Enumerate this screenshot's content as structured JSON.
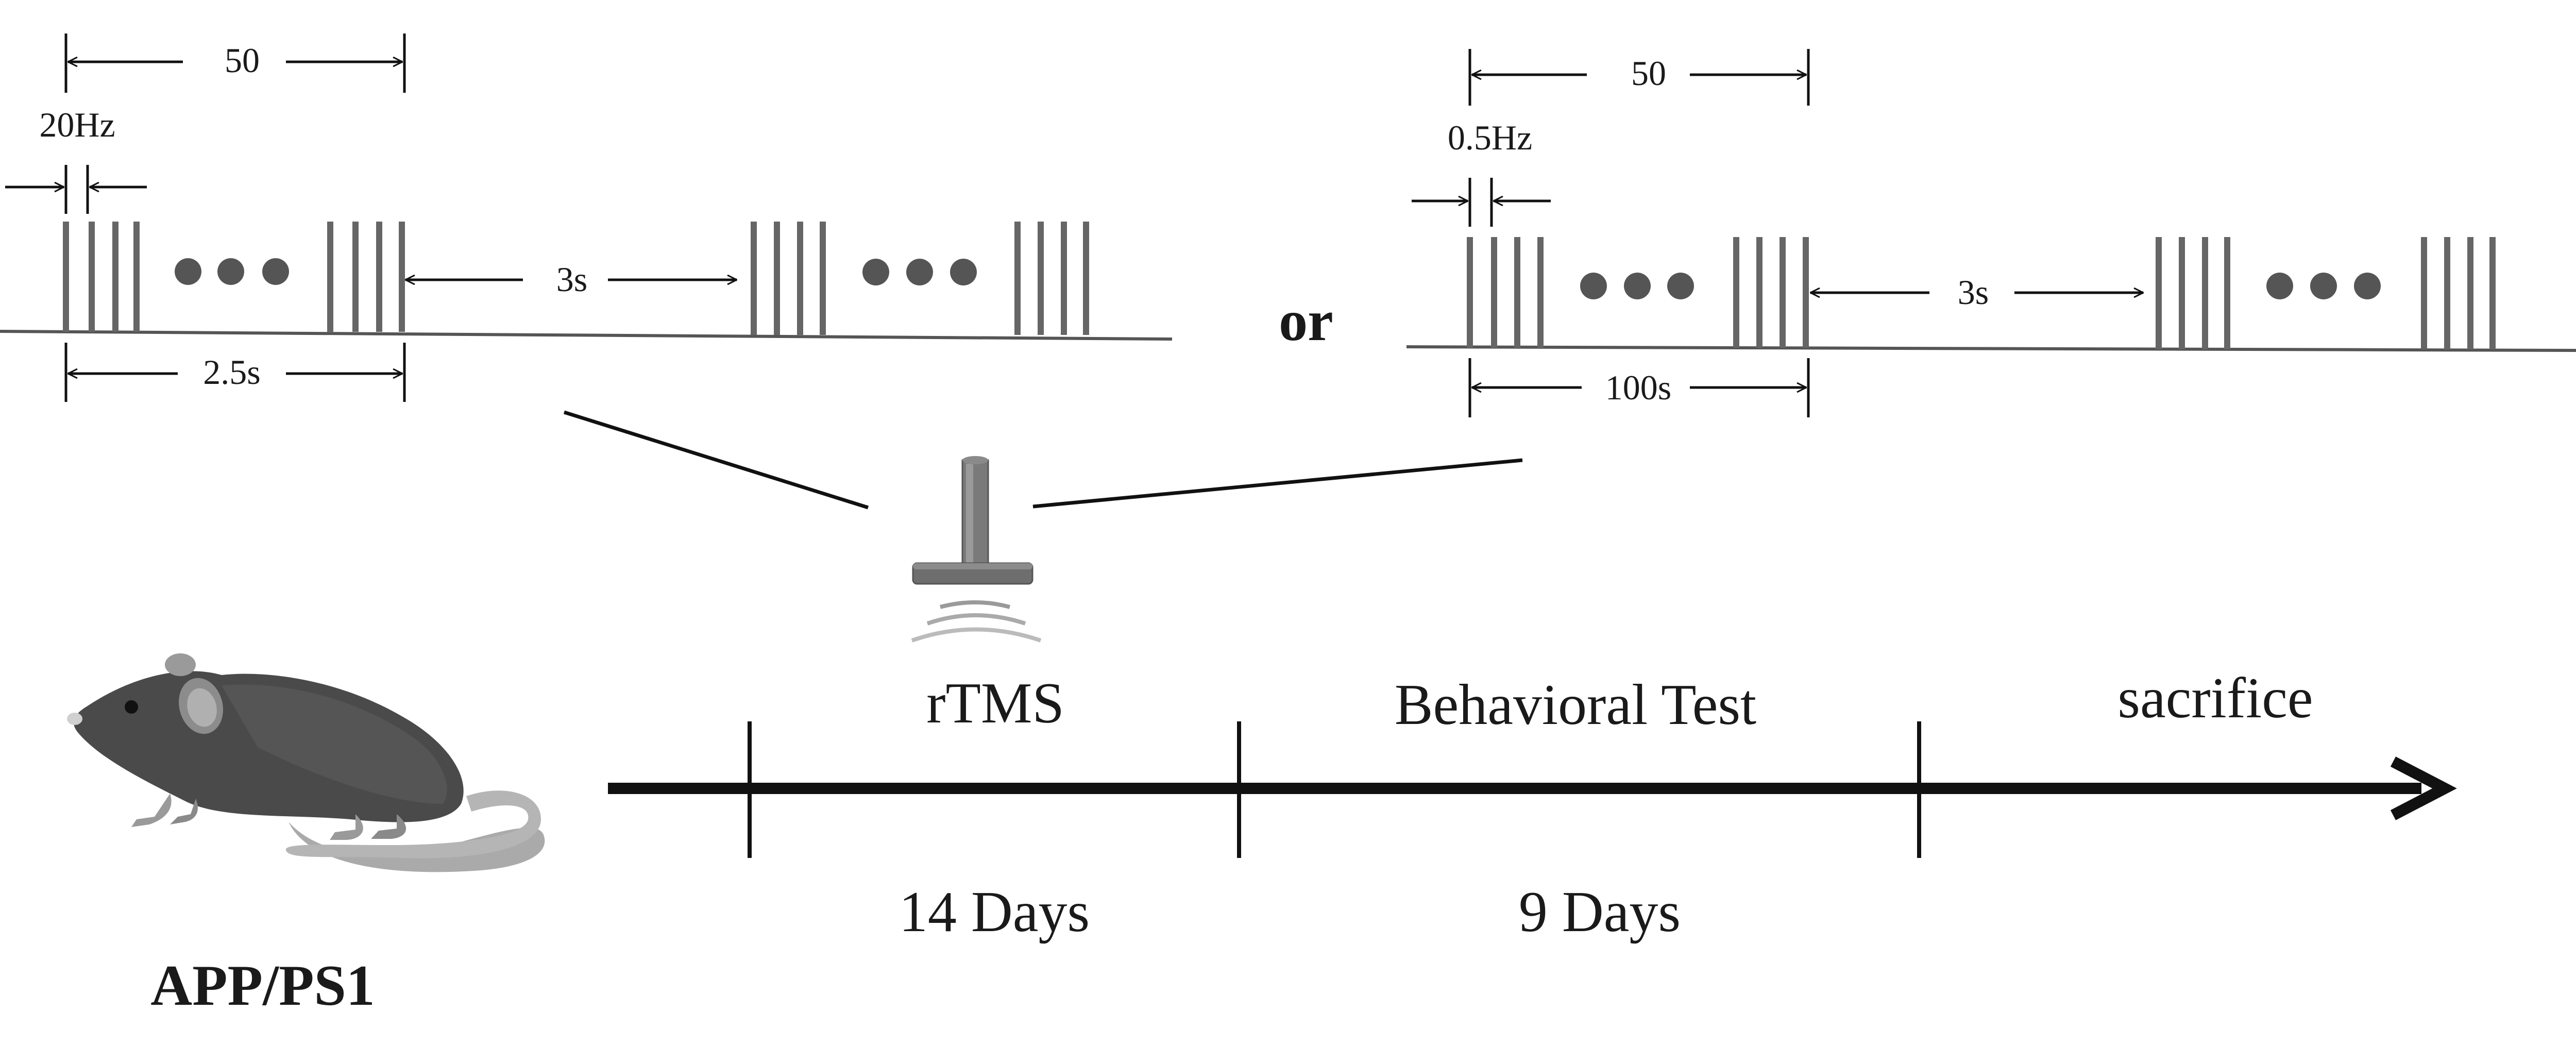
{
  "protocol_left": {
    "count_label": "50",
    "freq_label": "20Hz",
    "interval_label": "3s",
    "duration_label": "2.5s"
  },
  "separator_label": "or",
  "protocol_right": {
    "count_label": "50",
    "freq_label": "0.5Hz",
    "interval_label": "3s",
    "duration_label": "100s"
  },
  "timeline": {
    "phases": [
      {
        "label": "rTMS",
        "duration": "14 Days"
      },
      {
        "label": "Behavioral Test",
        "duration": "9 Days"
      },
      {
        "label": "sacrifice",
        "duration": ""
      }
    ]
  },
  "subject_label": "APP/PS1",
  "colors": {
    "pulse": "#666666",
    "ink": "#111111",
    "mouse_body": "#4a4a4a",
    "coil": "#7a7a7a"
  }
}
